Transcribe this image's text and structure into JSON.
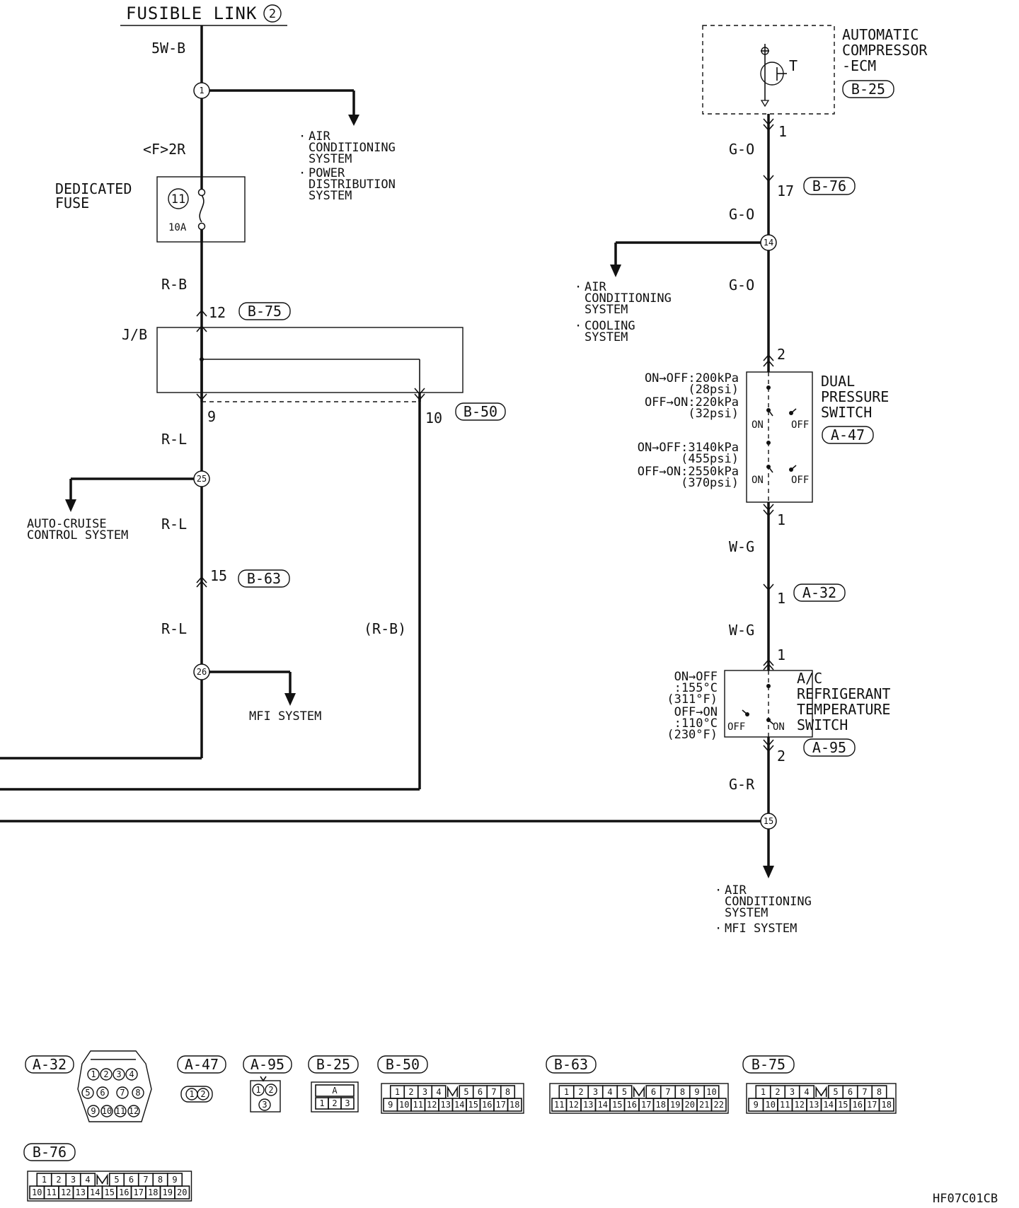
{
  "fusible_link": {
    "label": "FUSIBLE LINK",
    "num": "2"
  },
  "wire_colors": {
    "w1": "5W-B",
    "w2": "<F>2R",
    "w3": "R-B",
    "w4": "R-L",
    "w5": "R-L",
    "w6": "R-L",
    "w7": "(R-B)",
    "g1": "G-O",
    "g2": "G-O",
    "g3": "G-O",
    "g4": "W-G",
    "g5": "W-G",
    "g6": "G-R"
  },
  "nodes": {
    "n1": "1",
    "n14": "14",
    "n25": "25",
    "n26": "26",
    "n15": "15"
  },
  "pins": {
    "p12": "12",
    "p9": "9",
    "p10": "10",
    "p15": "15",
    "e1": "1",
    "e17": "17",
    "d2": "2",
    "d1": "1",
    "a1": "1",
    "r1": "1",
    "r2": "2"
  },
  "connectors": {
    "b75": "B-75",
    "b50": "B-50",
    "b63": "B-63",
    "b76": "B-76",
    "b25": "B-25",
    "a47": "A-47",
    "a32": "A-32",
    "a95": "A-95"
  },
  "dedicated_fuse": {
    "label_1": "DEDICATED",
    "label_2": "FUSE",
    "num": "11",
    "rating": "10A"
  },
  "jb": {
    "label": "J/B"
  },
  "dest_top": [
    "AIR",
    "CONDITIONING",
    "SYSTEM",
    "POWER",
    "DISTRIBUTION",
    "SYSTEM"
  ],
  "dest_mid": [
    "AIR",
    "CONDITIONING",
    "SYSTEM",
    "COOLING",
    "SYSTEM"
  ],
  "dest_cruise": [
    "AUTO-CRUISE",
    "CONTROL SYSTEM"
  ],
  "dest_mfi": "MFI SYSTEM",
  "dest_bottom": [
    "AIR",
    "CONDITIONING",
    "SYSTEM",
    "MFI SYSTEM"
  ],
  "ecm": {
    "l1": "AUTOMATIC",
    "l2": "COMPRESSOR",
    "l3": "-ECM",
    "tr": "T"
  },
  "dual_switch": {
    "l1": "DUAL",
    "l2": "PRESSURE",
    "l3": "SWITCH",
    "s1": "ON→OFF:200kPa",
    "s2": "(28psi)",
    "s3": "OFF→ON:220kPa",
    "s4": "(32psi)",
    "s5": "ON→OFF:3140kPa",
    "s6": "(455psi)",
    "s7": "OFF→ON:2550kPa",
    "s8": "(370psi)",
    "on": "ON",
    "off": "OFF"
  },
  "temp_switch": {
    "l1": "A/C",
    "l2": "REFRIGERANT",
    "l3": "TEMPERATURE",
    "l4": "SWITCH",
    "s1": "ON→OFF",
    "s2": ":155°C",
    "s3": "(311°F)",
    "s4": "OFF→ON",
    "s5": ":110°C",
    "s6": "(230°F)",
    "on": "ON",
    "off": "OFF"
  },
  "bottom_connectors": {
    "a32": {
      "label": "A-32",
      "pins": [
        "1",
        "2",
        "3",
        "4",
        "5",
        "6",
        "7",
        "8",
        "9",
        "10",
        "11",
        "12"
      ]
    },
    "a47": {
      "label": "A-47",
      "pins": [
        "1",
        "2"
      ]
    },
    "a95": {
      "label": "A-95",
      "pins": [
        "1",
        "2",
        "3"
      ]
    },
    "b25": {
      "label": "B-25",
      "top": "A",
      "pins": [
        "1",
        "2",
        "3"
      ]
    },
    "b50": {
      "label": "B-50",
      "row1": [
        "1",
        "2",
        "3",
        "4",
        "",
        "5",
        "6",
        "7",
        "8"
      ],
      "row2": [
        "9",
        "10",
        "11",
        "12",
        "13",
        "14",
        "15",
        "16",
        "17",
        "18"
      ]
    },
    "b63": {
      "label": "B-63",
      "row1": [
        "1",
        "2",
        "3",
        "4",
        "5",
        "",
        "6",
        "7",
        "8",
        "9",
        "10"
      ],
      "row2": [
        "11",
        "12",
        "13",
        "14",
        "15",
        "16",
        "17",
        "18",
        "19",
        "20",
        "21",
        "22"
      ]
    },
    "b75": {
      "label": "B-75",
      "row1": [
        "1",
        "2",
        "3",
        "4",
        "",
        "5",
        "6",
        "7",
        "8"
      ],
      "row2": [
        "9",
        "10",
        "11",
        "12",
        "13",
        "14",
        "15",
        "16",
        "17",
        "18"
      ]
    },
    "b76": {
      "label": "B-76",
      "row1": [
        "1",
        "2",
        "3",
        "4",
        "",
        "5",
        "6",
        "7",
        "8",
        "9"
      ],
      "row2": [
        "10",
        "11",
        "12",
        "13",
        "14",
        "15",
        "16",
        "17",
        "18",
        "19",
        "20"
      ]
    }
  },
  "diagram_code": "HF07C01CB"
}
